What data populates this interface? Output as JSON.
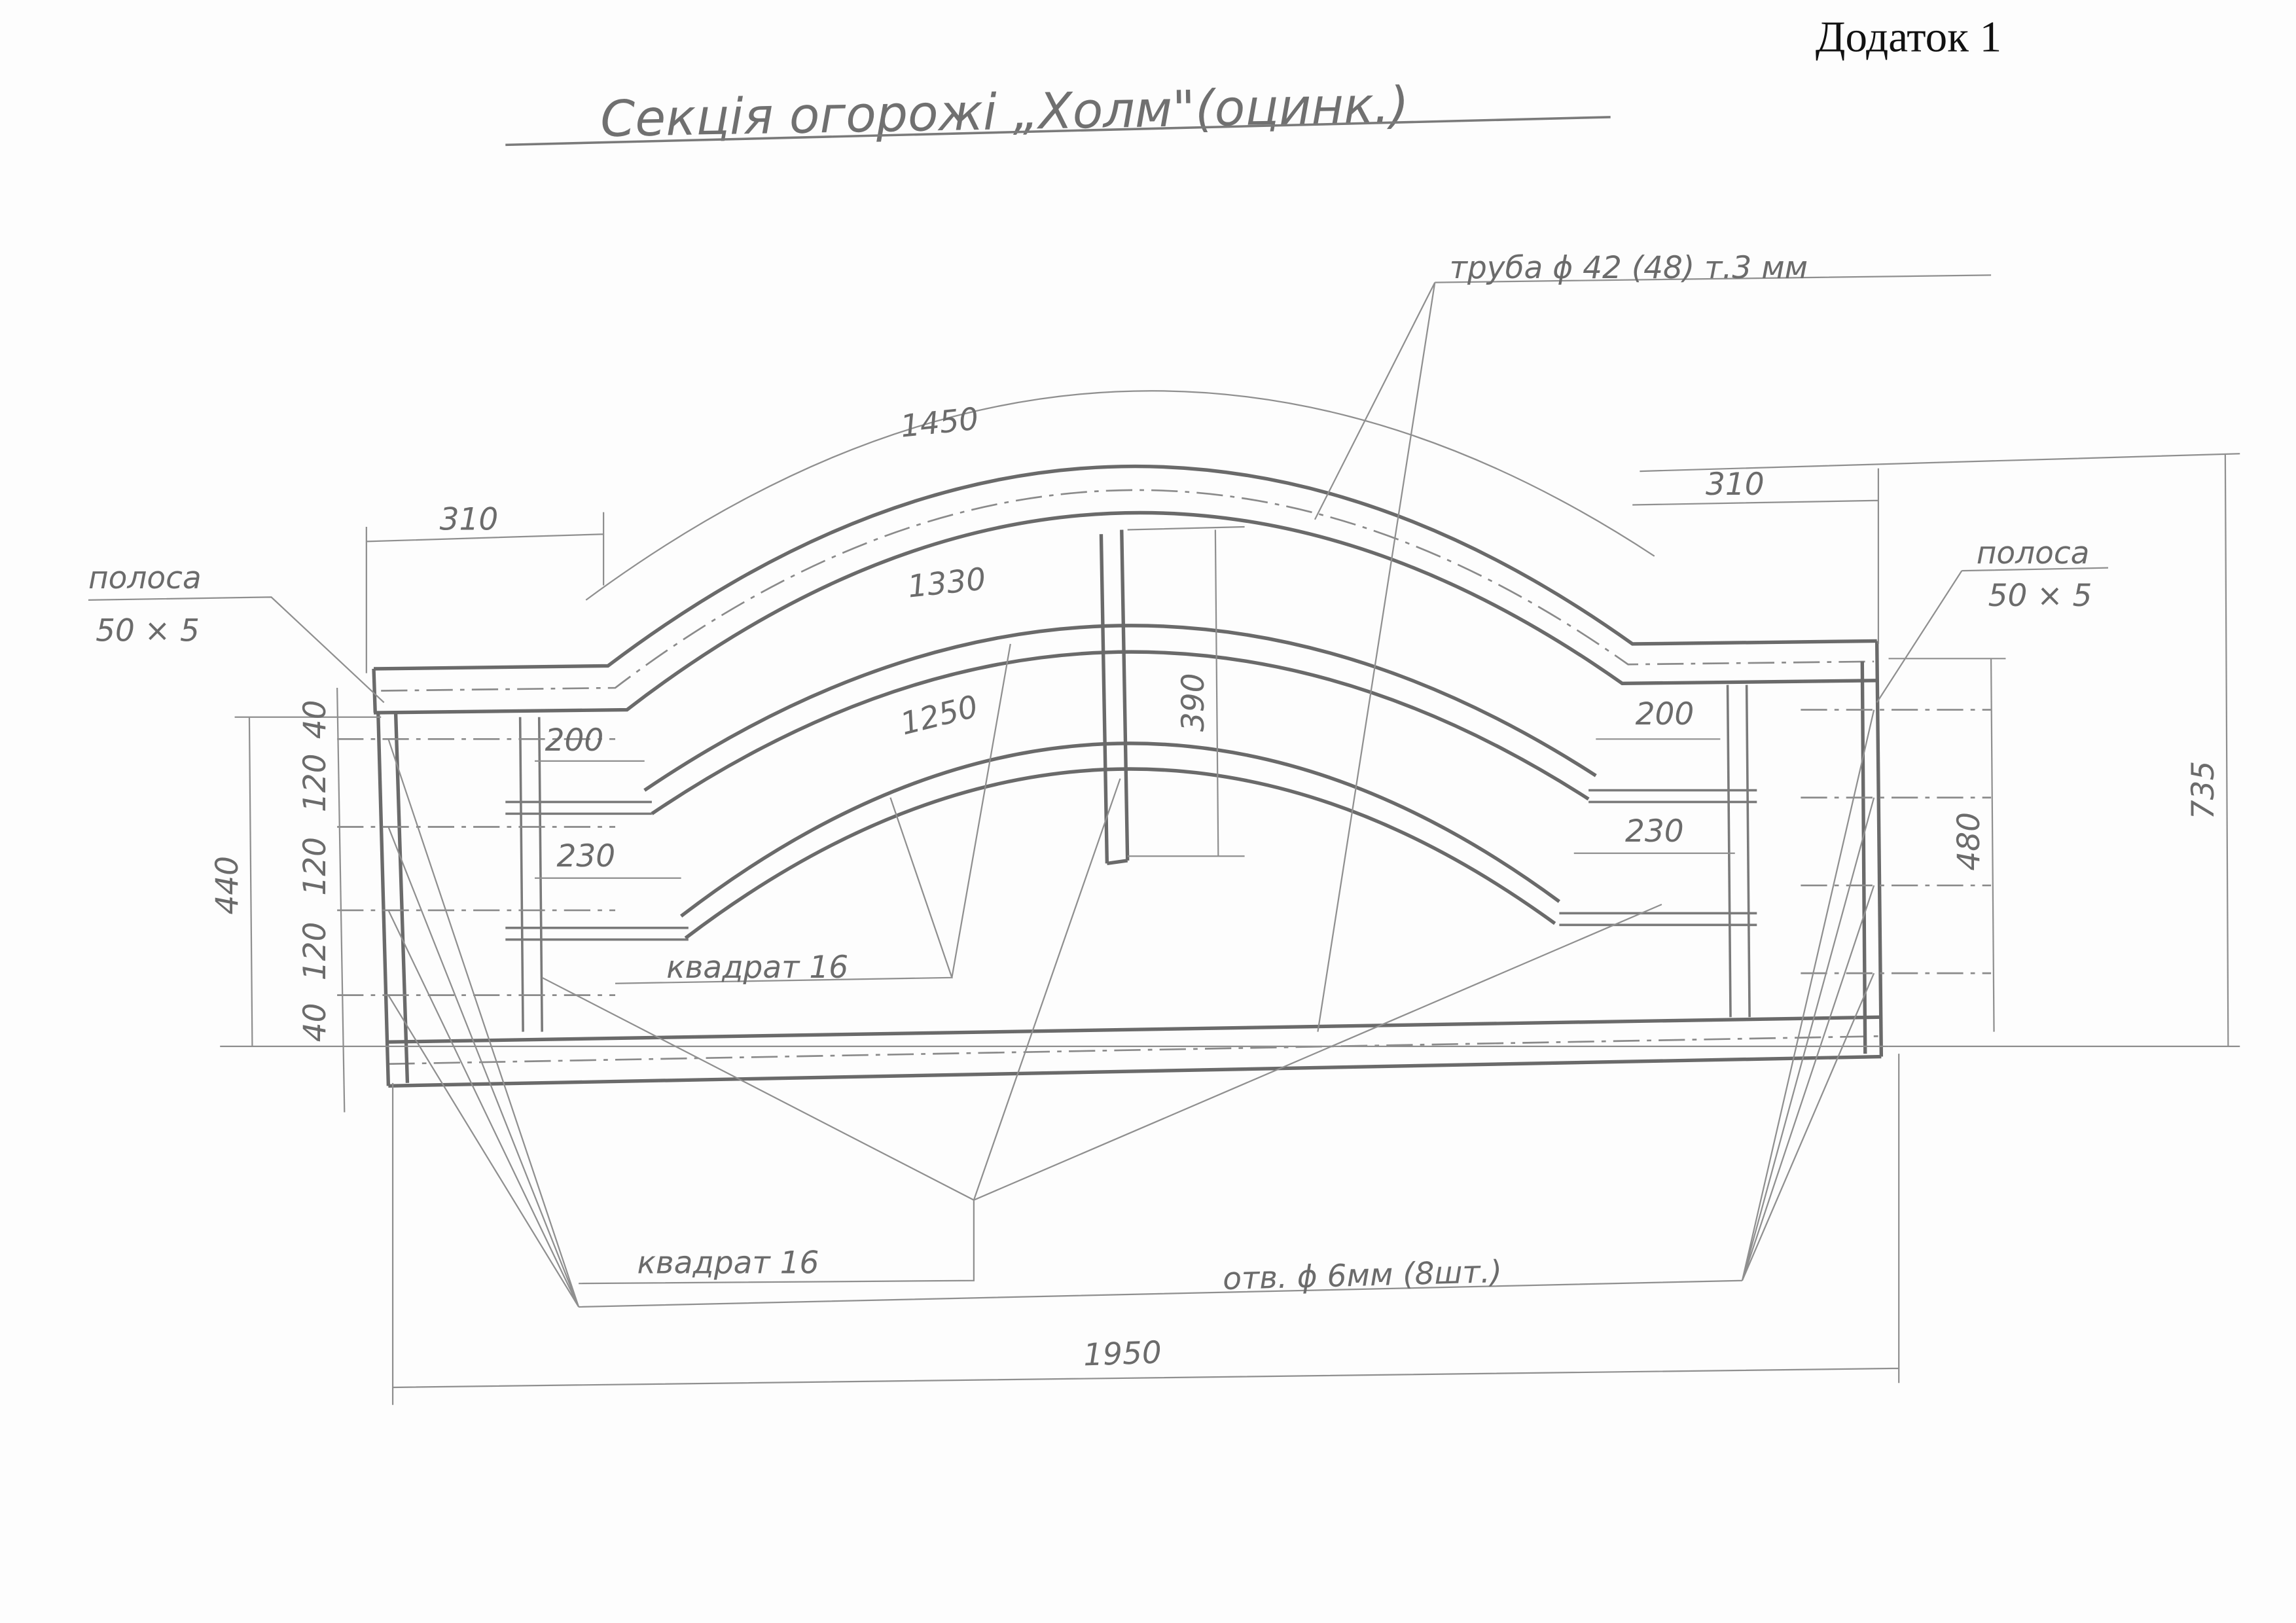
{
  "appendix_label": "Додаток 1",
  "title": "Секція огорожі „Холм\"(оцинк.)",
  "labels": {
    "pipe": "труба ϕ 42 (48) т.3 мм",
    "strip_left": [
      "полоса",
      "50 × 5"
    ],
    "strip_right": [
      "полоса",
      "50 × 5"
    ],
    "square_upper": "квадрат 16",
    "square_lower": "квадрат 16",
    "holes": "отв. ϕ 6мм (8шт.)"
  },
  "dimensions": {
    "top_left_310": "310",
    "top_right_310": "310",
    "arc_outer": "1450",
    "arc_middle": "1330",
    "arc_inner": "1250",
    "center_height": "390",
    "total_height": "735",
    "right_post_height": "480",
    "left_height": "440",
    "left_spacing": [
      "40",
      "120",
      "120",
      "120",
      "40"
    ],
    "left_offset_200": "200",
    "left_offset_230": "230",
    "right_offset_200": "200",
    "right_offset_230": "230",
    "total_width": "1950"
  }
}
